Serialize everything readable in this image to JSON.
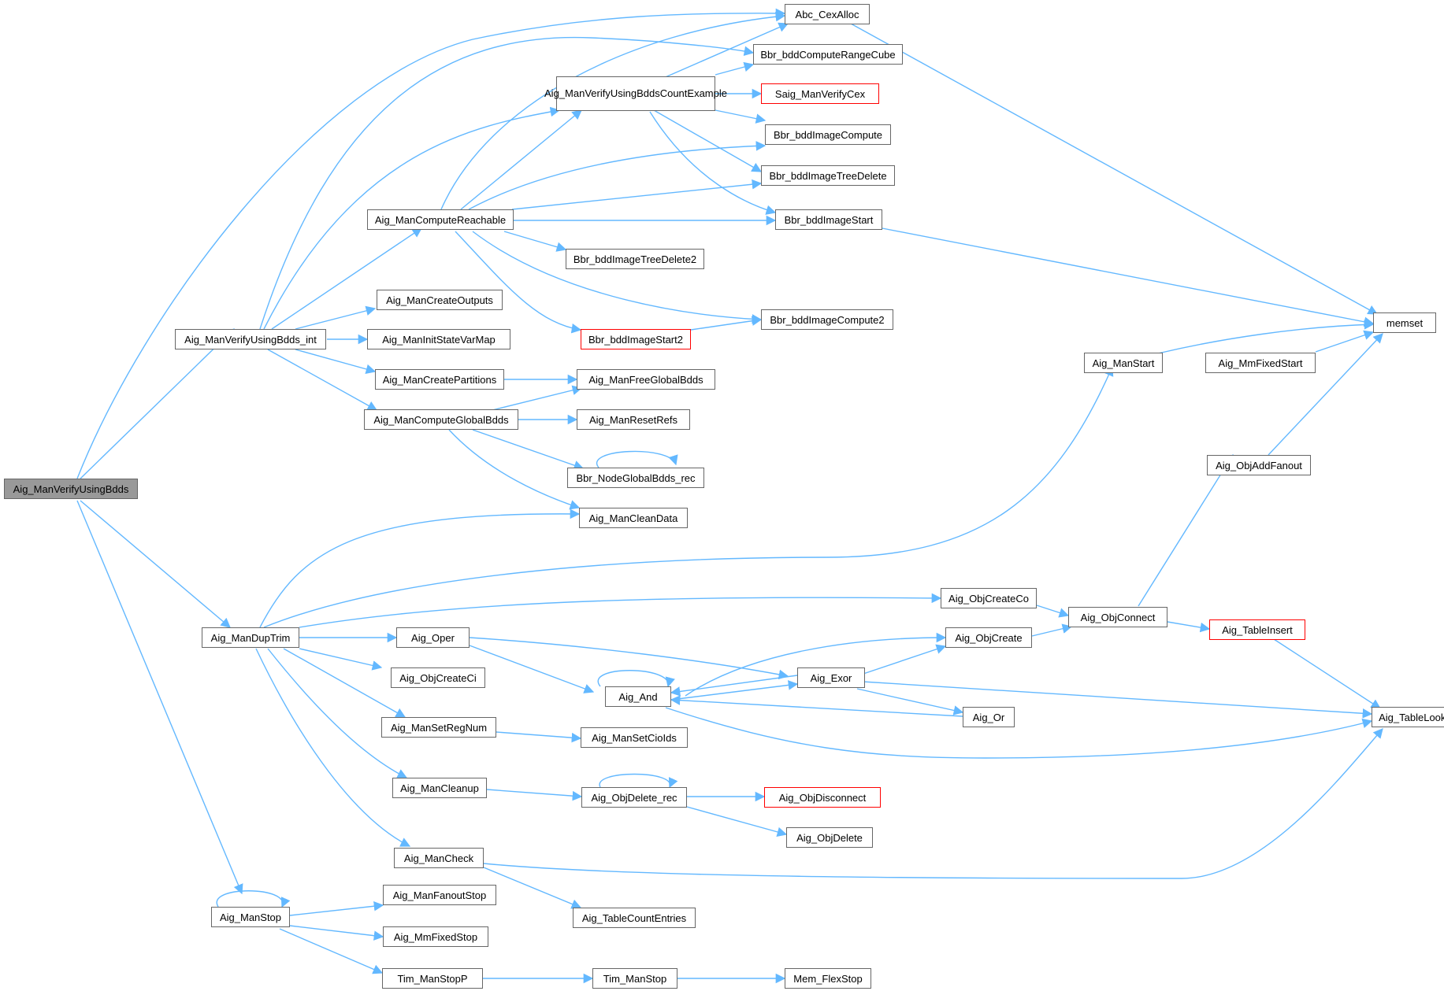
{
  "colors": {
    "edge": "#63b8ff",
    "node_border": "#666666",
    "red_border": "#ff0000",
    "root_fill": "#999999"
  },
  "nodes": {
    "root": "Aig_ManVerifyUsingBdds",
    "verify_int": "Aig_ManVerifyUsingBdds_int",
    "dup_trim": "Aig_ManDupTrim",
    "man_stop": "Aig_ManStop",
    "compute_reachable": "Aig_ManComputeReachable",
    "create_outputs": "Aig_ManCreateOutputs",
    "init_state_var_map": "Aig_ManInitStateVarMap",
    "create_partitions": "Aig_ManCreatePartitions",
    "compute_global_bdds": "Aig_ManComputeGlobalBdds",
    "count_example_1": "Aig_ManVerifyUsingBddsCount",
    "count_example_2": "Example",
    "abc_cex_alloc": "Abc_CexAlloc",
    "bbr_range_cube": "Bbr_bddComputeRangeCube",
    "saig_verify_cex": "Saig_ManVerifyCex",
    "bbr_image_compute": "Bbr_bddImageCompute",
    "bbr_tree_delete": "Bbr_bddImageTreeDelete",
    "bbr_image_start": "Bbr_bddImageStart",
    "bbr_tree_delete2": "Bbr_bddImageTreeDelete2",
    "bbr_image_start2": "Bbr_bddImageStart2",
    "bbr_image_compute2": "Bbr_bddImageCompute2",
    "free_global_bdds": "Aig_ManFreeGlobalBdds",
    "reset_refs": "Aig_ManResetRefs",
    "node_global_bdds_rec": "Bbr_NodeGlobalBdds_rec",
    "clean_data": "Aig_ManCleanData",
    "memset": "memset",
    "man_start": "Aig_ManStart",
    "mm_fixed_start": "Aig_MmFixedStart",
    "obj_add_fanout": "Aig_ObjAddFanout",
    "obj_create_co": "Aig_ObjCreateCo",
    "obj_connect": "Aig_ObjConnect",
    "table_insert": "Aig_TableInsert",
    "oper": "Aig_Oper",
    "obj_create": "Aig_ObjCreate",
    "obj_create_ci": "Aig_ObjCreateCi",
    "exor": "Aig_Exor",
    "and": "Aig_And",
    "or": "Aig_Or",
    "table_lookup": "Aig_TableLookup",
    "set_reg_num": "Aig_ManSetRegNum",
    "set_cio_ids": "Aig_ManSetCioIds",
    "cleanup": "Aig_ManCleanup",
    "obj_delete_rec": "Aig_ObjDelete_rec",
    "obj_disconnect": "Aig_ObjDisconnect",
    "obj_delete": "Aig_ObjDelete",
    "man_check": "Aig_ManCheck",
    "table_count_entries": "Aig_TableCountEntries",
    "fanout_stop": "Aig_ManFanoutStop",
    "mm_fixed_stop": "Aig_MmFixedStop",
    "tim_stop_p": "Tim_ManStopP",
    "tim_stop": "Tim_ManStop",
    "mem_flex_stop": "Mem_FlexStop"
  }
}
